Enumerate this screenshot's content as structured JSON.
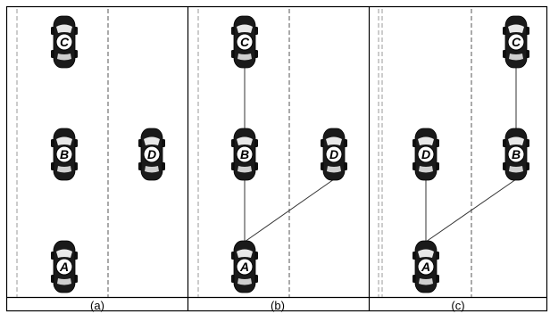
{
  "panels": [
    {
      "caption": "(a)",
      "cars": [
        {
          "label": "C"
        },
        {
          "label": "B"
        },
        {
          "label": "D"
        },
        {
          "label": "A"
        }
      ],
      "links": []
    },
    {
      "caption": "(b)",
      "cars": [
        {
          "label": "C"
        },
        {
          "label": "B"
        },
        {
          "label": "D"
        },
        {
          "label": "A"
        }
      ],
      "links": [
        [
          "A",
          "B"
        ],
        [
          "B",
          "C"
        ],
        [
          "A",
          "D"
        ]
      ]
    },
    {
      "caption": "(c)",
      "cars": [
        {
          "label": "C"
        },
        {
          "label": "D"
        },
        {
          "label": "B"
        },
        {
          "label": "A"
        }
      ],
      "links": [
        [
          "A",
          "D"
        ],
        [
          "B",
          "C"
        ],
        [
          "A",
          "B"
        ]
      ]
    }
  ]
}
